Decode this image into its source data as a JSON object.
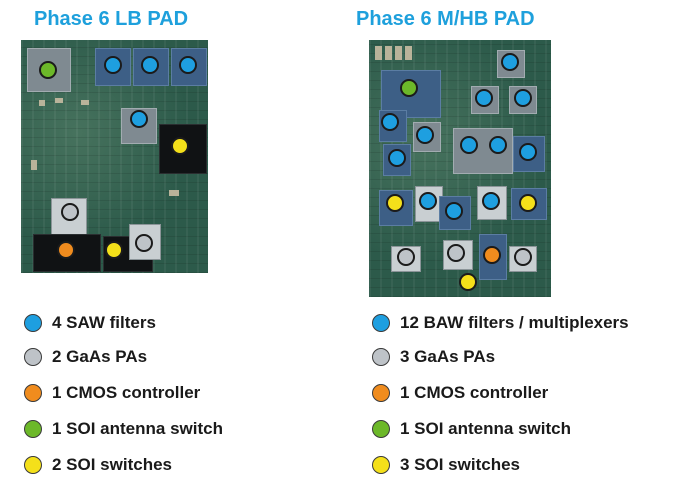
{
  "colors": {
    "title": "#1ea0dc",
    "saw_baw": "#1e9fe0",
    "gaas": "#bec3c8",
    "cmos": "#f08c1e",
    "soi_antenna": "#6cb829",
    "soi_switch": "#f4e01a"
  },
  "left": {
    "title": "Phase 6 LB PAD",
    "legend": [
      {
        "text": "4 SAW filters",
        "color": "#1e9fe0"
      },
      {
        "text": "2 GaAs PAs",
        "color": "#bec3c8"
      },
      {
        "text": "1 CMOS controller",
        "color": "#f08c1e"
      },
      {
        "text": "1 SOI antenna switch",
        "color": "#6cb829"
      },
      {
        "text": "2 SOI switches",
        "color": "#f4e01a"
      }
    ]
  },
  "right": {
    "title": "Phase 6 M/HB PAD",
    "legend": [
      {
        "text": "12 BAW filters / multiplexers",
        "color": "#1e9fe0"
      },
      {
        "text": "3 GaAs PAs",
        "color": "#bec3c8"
      },
      {
        "text": "1 CMOS controller",
        "color": "#f08c1e"
      },
      {
        "text": "1 SOI antenna switch",
        "color": "#6cb829"
      },
      {
        "text": "3 SOI switches",
        "color": "#f4e01a"
      }
    ]
  }
}
